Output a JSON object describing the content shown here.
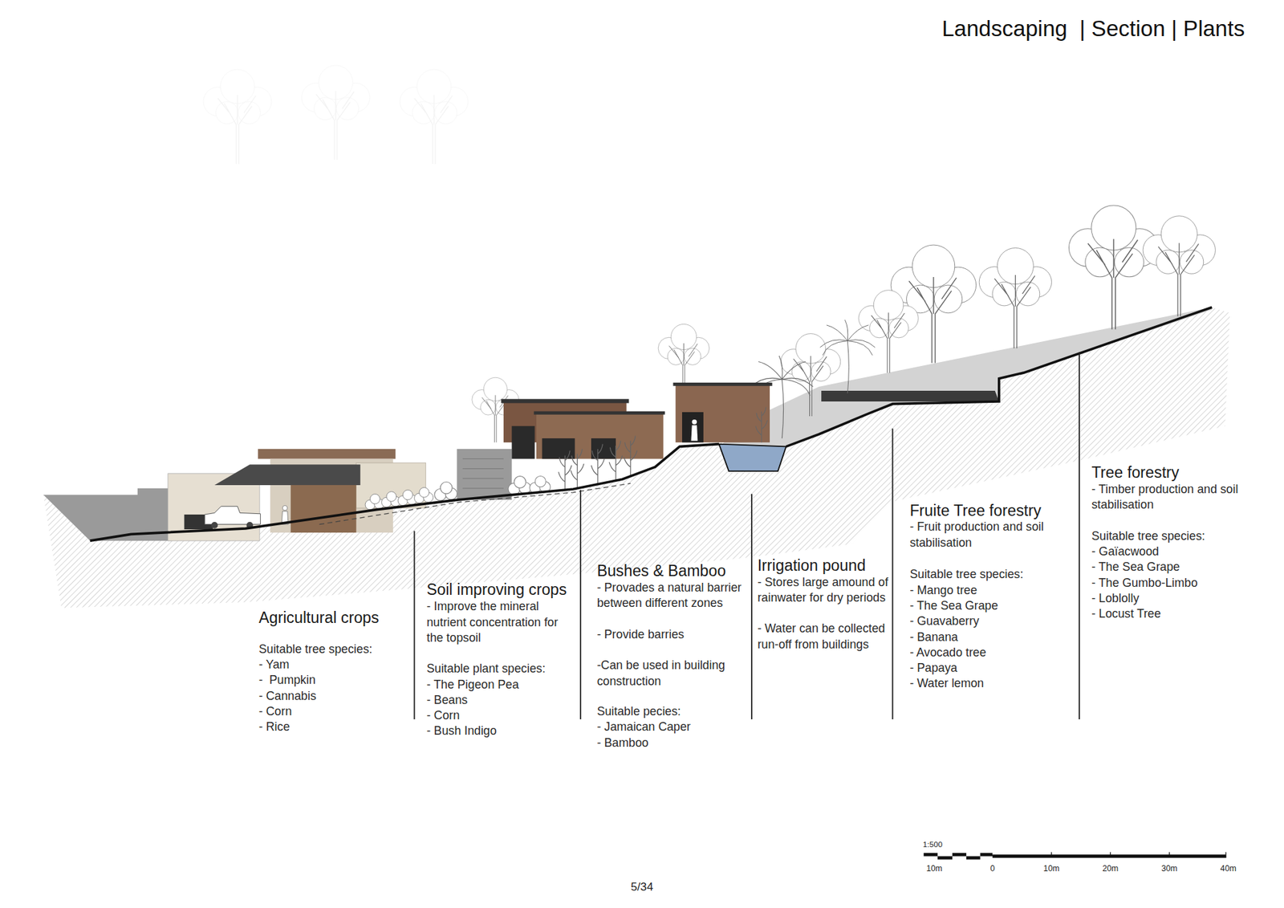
{
  "diagram": {
    "title": "Landscaping  | Section | Plants",
    "labels": [
      "Agricultural crops",
      "Suitable tree species:",
      "- Yam",
      "-  Pumpkin",
      "- Cannabis",
      "- Corn",
      "- Rice",
      "Soil improving crops",
      "- Improve the mineral nutrient concentration for the topsoil",
      "Suitable plant species:",
      "- The Pigeon Pea",
      "- Beans",
      "- Corn",
      "- Bush Indigo",
      "Bushes & Bamboo",
      "- Provades a natural barrier between different zones",
      "- Provide barries",
      "-Can be used in building construction",
      "Suitable pecies:",
      "- Jamaican Caper",
      "- Bamboo",
      "Irrigation pound",
      "- Stores large amound of rainwater for dry periods",
      "- Water can be collected run-off from buildings",
      "Fruite Tree forestry",
      "- Fruit production and soil stabilisation",
      "Suitable tree species:",
      "- Mango tree",
      "- The Sea Grape",
      "- Guavaberry",
      "- Banana",
      "- Avocado tree",
      "- Papaya",
      "- Water lemon",
      "Tree forestry",
      "- Timber production and soil stabilisation",
      "Suitable tree species:",
      "- Gaïacwood",
      "- The Sea Grape",
      "- The Gumbo-Limbo",
      "- Loblolly",
      "- Locust Tree",
      "1:500",
      "10m",
      "0",
      "10m",
      "20m",
      "30m",
      "40m",
      "5/34"
    ]
  }
}
